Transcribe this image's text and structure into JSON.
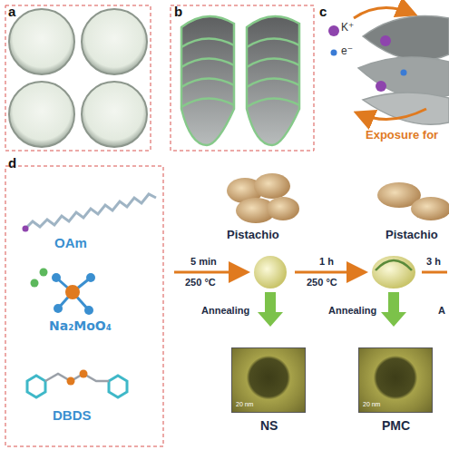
{
  "diagram": {
    "nodes": [
      {
        "text": [
          "OAm",
          "Na₂MoO₄",
          "DBDS"
        ]
      },
      {
        "text": [
          "20 nm",
          "NS"
        ]
      },
      {
        "text": [
          "20 nm",
          "PMC"
        ]
      }
    ],
    "labels": [
      "a",
      "b",
      "c",
      "K⁺",
      "e⁻",
      "Exposure for",
      "d",
      "Pistachio",
      "Pistachio",
      "5 min",
      "250 °C",
      "1 h",
      "250 °C",
      "3 h",
      "Annealing",
      "Annealing",
      "A"
    ]
  }
}
